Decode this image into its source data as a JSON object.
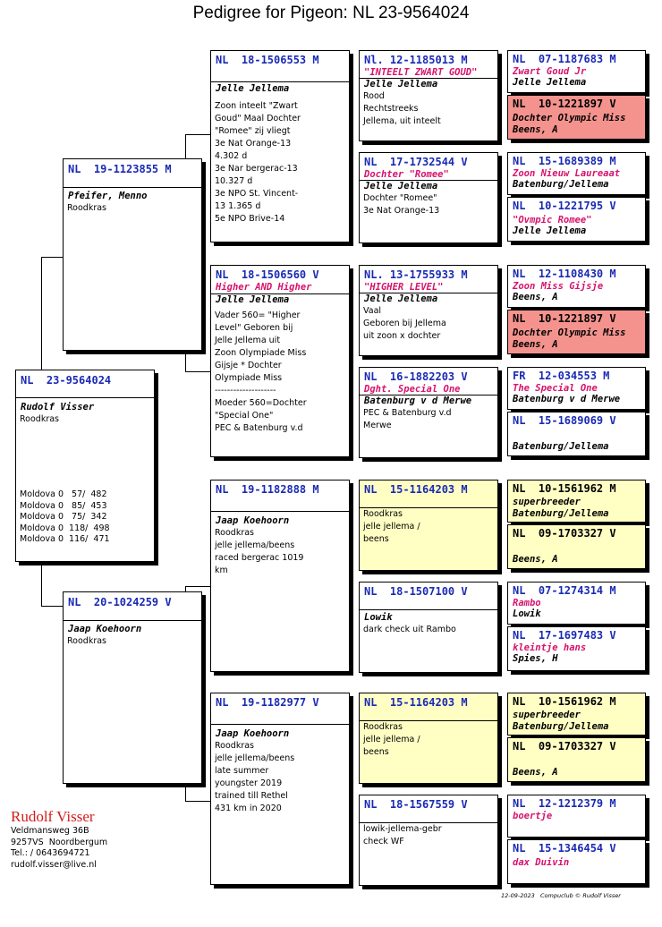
{
  "title": "Pedigree for Pigeon: NL  23-9564024",
  "subject": {
    "ring": "NL  23-9564024",
    "owner": "Rudolf Visser",
    "color": "Roodkras",
    "results": [
      "Moldova 0   57/  482",
      "Moldova 0   85/  453",
      "Moldova 0   75/  342",
      "Moldova 0  118/  498",
      "Moldova 0  116/  471"
    ]
  },
  "father": {
    "ring": "NL  19-1123855 M",
    "owner": "Pfeifer, Menno",
    "color": "Roodkras"
  },
  "mother": {
    "ring": "NL  20-1024259 V",
    "owner": "Jaap Koehoorn",
    "color": "Roodkras"
  },
  "ff": {
    "ring": "NL  18-1506553 M",
    "owner": "Jelle Jellema",
    "text": [
      "Zoon inteelt \"Zwart",
      "Goud\" Maal Dochter",
      "\"Romee\" zij vliegt",
      "3e Nat Orange-13",
      "4.302 d",
      "3e Nar bergerac-13",
      "10.327 d",
      "3e NPO St. Vincent-",
      "13 1.365 d",
      "5e NPO Brive-14"
    ]
  },
  "fm": {
    "ring": "NL  18-1506560 V",
    "sub": "Higher AND Higher",
    "owner": "Jelle Jellema",
    "text": [
      "Vader 560= \"Higher",
      "Level\" Geboren bij",
      "Jelle Jellema uit",
      "Zoon Olympiade Miss",
      "Gijsje * Dochter",
      "Olympiade Miss",
      "--------------------",
      "Moeder 560=Dochter",
      "\"Special One\"",
      "PEC & Batenburg v.d"
    ]
  },
  "mf": {
    "ring": "NL  19-1182888 M",
    "owner": "Jaap Koehoorn",
    "text": [
      "Roodkras",
      "jelle jellema/beens",
      "",
      "raced bergerac 1019",
      "km"
    ]
  },
  "mm": {
    "ring": "NL  19-1182977 V",
    "owner": "Jaap Koehoorn",
    "text": [
      "Roodkras",
      "jelle jellema/beens",
      "",
      "late summer",
      "youngster 2019",
      "trained till Rethel",
      "431 km in 2020"
    ]
  },
  "fff": {
    "ring": "Nl. 12-1185013 M",
    "sub": "\"INTEELT ZWART GOUD\"",
    "owner": "Jelle Jellema",
    "text": [
      "Rood",
      "Rechtstreeks",
      "Jellema, uit inteelt"
    ]
  },
  "ffm": {
    "ring": "NL  17-1732544 V",
    "sub": "Dochter \"Romee\"",
    "owner": "Jelle Jellema",
    "text": [
      "",
      "Dochter \"Romee\"",
      "3e Nat Orange-13"
    ]
  },
  "fmf": {
    "ring": "NL. 13-1755933 M",
    "sub": "\"HIGHER LEVEL\"",
    "owner": "Jelle Jellema",
    "text": [
      "Vaal",
      "Geboren bij Jellema",
      "uit zoon x dochter"
    ]
  },
  "fmm": {
    "ring": "NL  16-1882203 V",
    "sub": "Dght. Special One",
    "owner": "Batenburg v d Merwe",
    "text": [
      "",
      "PEC & Batenburg v.d",
      "Merwe"
    ]
  },
  "mff": {
    "ring": "NL  15-1164203 M",
    "text": [
      "",
      "Roodkras",
      "jelle jellema /",
      "beens"
    ]
  },
  "mfm": {
    "ring": "NL  18-1507100 V",
    "owner": "Lowik",
    "text": [
      "",
      "dark check uit Rambo"
    ]
  },
  "mmf": {
    "ring": "NL  15-1164203 M",
    "text": [
      "",
      "Roodkras",
      "jelle jellema /",
      "beens"
    ]
  },
  "mmm": {
    "ring": "NL  18-1567559 V",
    "text": [
      "",
      "",
      "",
      "",
      "lowik-jellema-gebr",
      "check WF"
    ]
  },
  "g1": {
    "ring": "NL  07-1187683 M",
    "sub": "Zwart Goud Jr",
    "owner": "Jelle Jellema"
  },
  "g2": {
    "ring": "NL  10-1221897 V",
    "owner": "Dochter Olympic Miss",
    "owner2": "Beens, A"
  },
  "g3": {
    "ring": "NL  15-1689389 M",
    "sub": "Zoon Nieuw Laureaat",
    "owner": "Batenburg/Jellema"
  },
  "g4": {
    "ring": "NL  10-1221795 V",
    "sub": "\"Ovmpic Romee\"",
    "owner": "Jelle Jellema"
  },
  "g5": {
    "ring": "NL  12-1108430 M",
    "sub": "Zoon Miss Gijsje",
    "owner": "Beens, A"
  },
  "g6": {
    "ring": "NL  10-1221897 V",
    "owner": "Dochter Olympic Miss",
    "owner2": "Beens, A"
  },
  "g7": {
    "ring": "FR  12-034553 M",
    "sub": "The Special One",
    "owner": "Batenburg v d Merwe"
  },
  "g8": {
    "ring": "NL  15-1689069 V",
    "owner": "Batenburg/Jellema"
  },
  "g9": {
    "ring": "NL  10-1561962 M",
    "owner": "superbreeder",
    "owner2": "Batenburg/Jellema"
  },
  "g10": {
    "ring": "NL  09-1703327 V",
    "owner": "Beens, A"
  },
  "g11": {
    "ring": "NL  07-1274314 M",
    "sub": "Rambo",
    "owner": "Lowik"
  },
  "g12": {
    "ring": "NL  17-1697483 V",
    "sub": "kleintje hans",
    "owner": "Spies, H"
  },
  "g13": {
    "ring": "NL  10-1561962 M",
    "owner": "superbreeder",
    "owner2": "Batenburg/Jellema"
  },
  "g14": {
    "ring": "NL  09-1703327 V",
    "owner": "Beens, A"
  },
  "g15": {
    "ring": "NL  12-1212379 M",
    "sub": "boertje"
  },
  "g16": {
    "ring": "NL  15-1346454 V",
    "sub": "dax Duivin"
  },
  "breeder": {
    "name": "Rudolf Visser",
    "lines": [
      "Veldmansweg 36B",
      "9257VS  Noordbergum",
      "Tel.: / 0643694721",
      "rudolf.visser@live.nl"
    ]
  },
  "footer": "12-09-2023   Compuclub © Rudolf Visser"
}
